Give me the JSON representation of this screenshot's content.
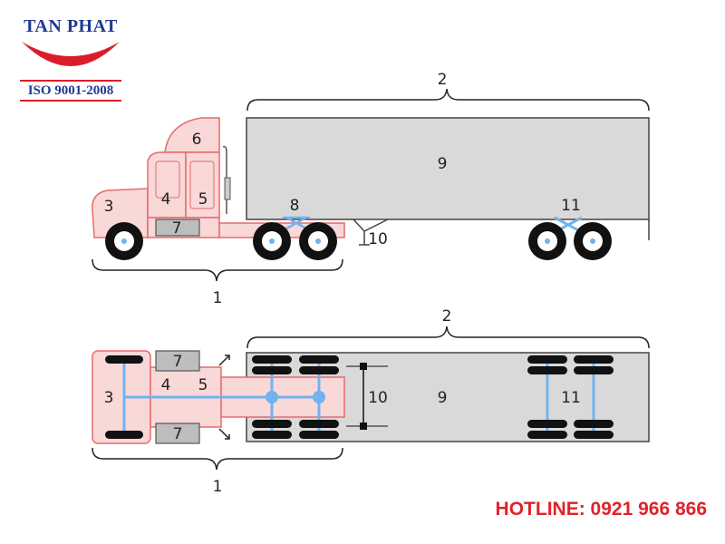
{
  "logo": {
    "company": "TAN PHAT",
    "cert": "ISO 9001-2008"
  },
  "labels": {
    "side": {
      "l1": "1",
      "l2": "2",
      "l3": "3",
      "l4": "4",
      "l5": "5",
      "l6": "6",
      "l7": "7",
      "l8": "8",
      "l9": "9",
      "l10": "10",
      "l11": "11"
    },
    "top": {
      "l1": "1",
      "l2": "2",
      "l3": "3",
      "l4": "4",
      "l5": "5",
      "l7a": "7",
      "l7b": "7",
      "l9": "9",
      "l10": "10",
      "l11": "11"
    }
  },
  "hotline": "HOTLINE:  0921 966 866",
  "colors": {
    "tractor": "#f9d8d8",
    "tractor_stroke": "#e86a6a",
    "trailer": "#d9d9d9",
    "axle": "#6fb3f0",
    "accent_red": "#e0222a",
    "brand_blue": "#1f3a93"
  }
}
